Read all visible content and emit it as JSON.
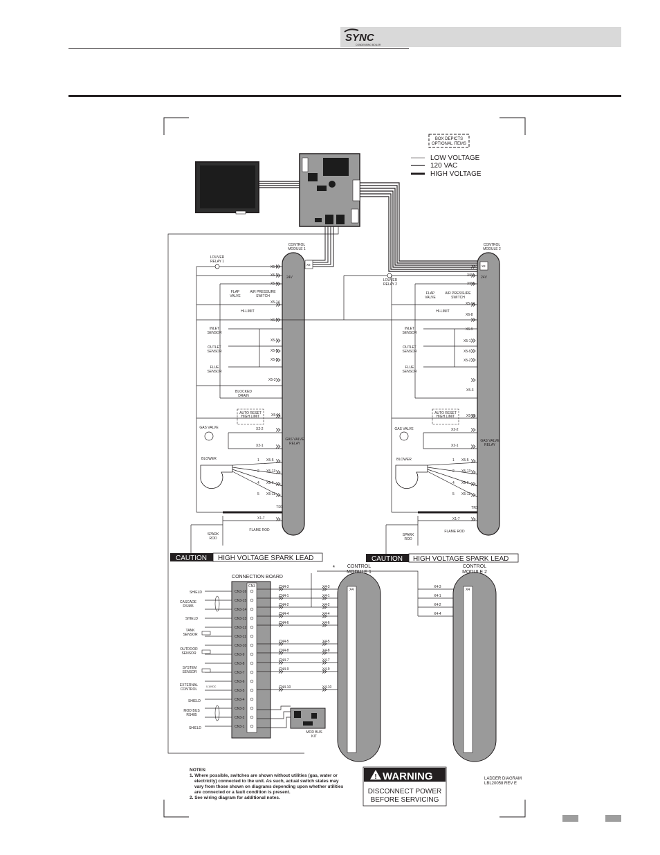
{
  "header": {
    "brand": "SYNC",
    "tagline": "CONDENSING BOILER"
  },
  "legend": {
    "optional_box": [
      "BOX DEPICTS",
      "OPTIONAL ITEMS"
    ],
    "low_voltage": "LOW VOLTAGE",
    "vac120": "120 VAC",
    "high_voltage": "HIGH VOLTAGE"
  },
  "modules": {
    "cm1": [
      "CONTROL",
      "MODULE 1"
    ],
    "cm2": [
      "CONTROL",
      "MODULE 2"
    ],
    "x8": "X8",
    "v24": "24V",
    "louver1": [
      "LOUVER",
      "RELAY 1"
    ],
    "louver2": [
      "LOUVER",
      "RELAY 2"
    ],
    "flap": [
      "FLAP",
      "VALVE"
    ],
    "aps": [
      "AIR PRESSURE",
      "SWITCH"
    ],
    "hilimit": "HI-LIMIT",
    "inlet": [
      "INLET",
      "SENSOR"
    ],
    "outlet": [
      "OUTLET",
      "SENSOR"
    ],
    "flue": [
      "FLUE",
      "SENSOR"
    ],
    "blocked": [
      "BLOCKED",
      "DRAIN"
    ],
    "autoreset": [
      "AUTO RESET",
      "HIGH LIMIT"
    ],
    "gasvalve": "GAS VALVE",
    "gvr": [
      "GAS VALVE",
      "RELAY"
    ],
    "blower": "BLOWER",
    "tr1": "TR1",
    "spark": [
      "SPARK",
      "ROD"
    ],
    "flame": "FLAME ROD",
    "x5_8": "X5-8",
    "x5_7": "X5-7",
    "x5_4": "X5-4",
    "x5_14": "X5-14",
    "x5_9": "X5-9",
    "x5_1": "X5-1",
    "x5_2": "X5-2",
    "x5_3": "X5-3",
    "x5_10": "X5-10",
    "x5_5": "X5-5",
    "x5_13": "X5-13",
    "x5_6": "X5-6",
    "x5_12": "X5-12",
    "x6_9": "X6-9",
    "x6_8": "X6-8",
    "x2_2": "X2-2",
    "x2_1": "X2-1",
    "x1_7": "X1-7",
    "p1": "1",
    "p2": "2",
    "p4": "4",
    "p5": "5"
  },
  "caution": {
    "label": "CAUTION",
    "text": "HIGH VOLTAGE SPARK LEAD"
  },
  "connection": {
    "title": "CONNECTION BOARD",
    "cn3": "CN3",
    "x4": "X4",
    "four": "4",
    "left_labels": {
      "shield": "SHIELD",
      "cascade": [
        "CASCADE",
        "RS485"
      ],
      "tank": [
        "TANK",
        "SENSOR"
      ],
      "outdoor": [
        "OUTDOOR",
        "SENSOR"
      ],
      "system": [
        "SYSTEM",
        "SENSOR"
      ],
      "external": [
        "EXTERNAL",
        "CONTROL"
      ],
      "modbus": [
        "MOD BUS",
        "RS485"
      ],
      "modbus_kit": [
        "MOD BUS",
        "KIT"
      ],
      "vdc": "0-10VDC"
    },
    "pins": [
      "CN3-16",
      "CN3-15",
      "CN3-14",
      "CN3-13",
      "CN3-12",
      "CN3-11",
      "CN3-10",
      "CN3-9",
      "CN3-8",
      "CN3-7",
      "CN3-6",
      "CN3-5",
      "CN3-4",
      "CN3-3",
      "CN3-2",
      "CN3-1"
    ],
    "cn4": [
      "CN4-3",
      "CN4-1",
      "CN4-2",
      "CN4-4",
      "CN4-6",
      "CN4-5",
      "CN4-8",
      "CN4-7",
      "CN4-9",
      "CN4-10"
    ],
    "x4_left": [
      "X4-3",
      "X4-1",
      "X4-2",
      "X4-4",
      "X4-6",
      "X4-5",
      "X4-8",
      "X4-7",
      "X4-9",
      "X4-10"
    ],
    "x4_right": [
      "X4-3",
      "X4-1",
      "X4-2",
      "X4-4"
    ]
  },
  "notes": {
    "title": "NOTES:",
    "n1": [
      "1. Where possible, switches are shown without utilities (gas, water or",
      "electricity) connected to the unit.  As such, actual switch states may",
      "vary from those shown on diagrams depending upon whether utilities",
      "are connected or a fault condition is present."
    ],
    "n2": "2. See wiring diagram for additional notes."
  },
  "warning": {
    "title": "WARNING",
    "l1": "DISCONNECT POWER",
    "l2": "BEFORE SERVICING"
  },
  "ladder": [
    "LADDER DIAGRAM",
    "LBL20058 REV E"
  ]
}
